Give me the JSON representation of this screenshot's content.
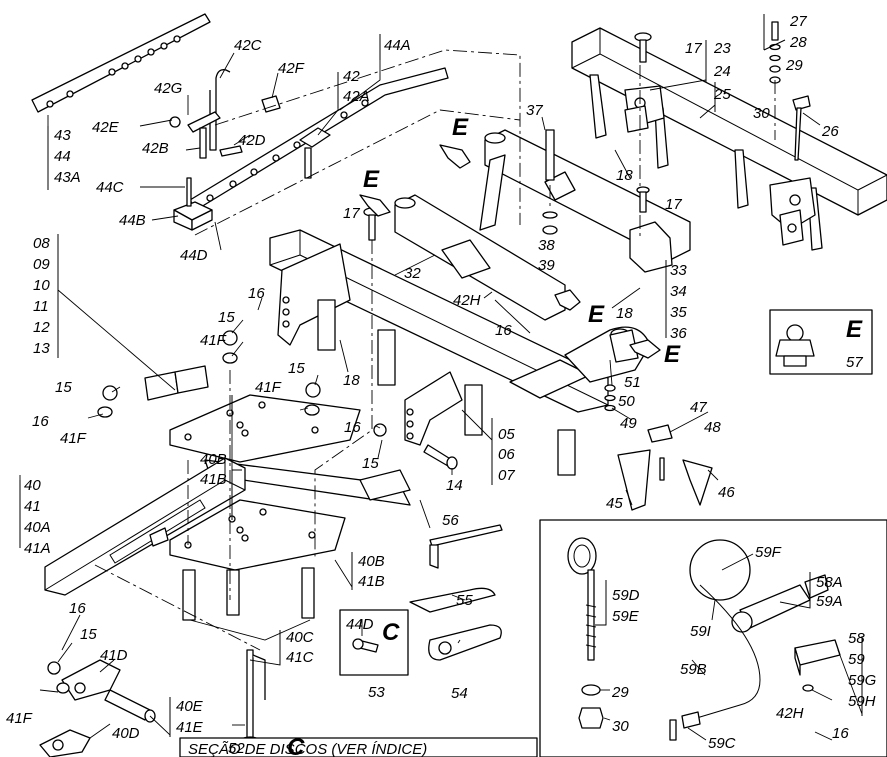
{
  "title": "SEÇÃO DE DISCOS (VER ÍNDICE)",
  "detail_letters": [
    "E",
    "E",
    "E",
    "E",
    "E",
    "C",
    "C"
  ],
  "callouts": [
    {
      "id": "c27",
      "text": "27"
    },
    {
      "id": "c28",
      "text": "28"
    },
    {
      "id": "c29a",
      "text": "29"
    },
    {
      "id": "c30a",
      "text": "30"
    },
    {
      "id": "c26",
      "text": "26"
    },
    {
      "id": "c17a",
      "text": "17"
    },
    {
      "id": "c23",
      "text": "23"
    },
    {
      "id": "c24",
      "text": "24"
    },
    {
      "id": "c25",
      "text": "25"
    },
    {
      "id": "c42C",
      "text": "42C"
    },
    {
      "id": "c44A",
      "text": "44A"
    },
    {
      "id": "c42G",
      "text": "42G"
    },
    {
      "id": "c42F",
      "text": "42F"
    },
    {
      "id": "c42",
      "text": "42"
    },
    {
      "id": "c42A",
      "text": "42A"
    },
    {
      "id": "c42E",
      "text": "42E"
    },
    {
      "id": "c42D",
      "text": "42D"
    },
    {
      "id": "c42B",
      "text": "42B"
    },
    {
      "id": "c43",
      "text": "43"
    },
    {
      "id": "c44",
      "text": "44"
    },
    {
      "id": "c43A",
      "text": "43A"
    },
    {
      "id": "c44C",
      "text": "44C"
    },
    {
      "id": "c44B",
      "text": "44B"
    },
    {
      "id": "c44D",
      "text": "44D"
    },
    {
      "id": "c37",
      "text": "37"
    },
    {
      "id": "c18a",
      "text": "18"
    },
    {
      "id": "c17b",
      "text": "17"
    },
    {
      "id": "c17c",
      "text": "17"
    },
    {
      "id": "c38",
      "text": "38"
    },
    {
      "id": "c39",
      "text": "39"
    },
    {
      "id": "c32",
      "text": "32"
    },
    {
      "id": "c42Ha",
      "text": "42H"
    },
    {
      "id": "c16a",
      "text": "16"
    },
    {
      "id": "c18b",
      "text": "18"
    },
    {
      "id": "c33",
      "text": "33"
    },
    {
      "id": "c34",
      "text": "34"
    },
    {
      "id": "c35",
      "text": "35"
    },
    {
      "id": "c36",
      "text": "36"
    },
    {
      "id": "c57",
      "text": "57"
    },
    {
      "id": "c08",
      "text": "08"
    },
    {
      "id": "c09",
      "text": "09"
    },
    {
      "id": "c10",
      "text": "10"
    },
    {
      "id": "c11",
      "text": "11"
    },
    {
      "id": "c12",
      "text": "12"
    },
    {
      "id": "c13",
      "text": "13"
    },
    {
      "id": "c15a",
      "text": "15"
    },
    {
      "id": "c16b",
      "text": "16"
    },
    {
      "id": "c41Fa",
      "text": "41F"
    },
    {
      "id": "c18c",
      "text": "18"
    },
    {
      "id": "c15b",
      "text": "15"
    },
    {
      "id": "c16c",
      "text": "16"
    },
    {
      "id": "c41Fb",
      "text": "41F"
    },
    {
      "id": "c15c",
      "text": "15"
    },
    {
      "id": "c41Fc",
      "text": "41F"
    },
    {
      "id": "c15d",
      "text": "15"
    },
    {
      "id": "c16d",
      "text": "16"
    },
    {
      "id": "c40B",
      "text": "40B"
    },
    {
      "id": "c41B",
      "text": "41B"
    },
    {
      "id": "c51",
      "text": "51"
    },
    {
      "id": "c50",
      "text": "50"
    },
    {
      "id": "c49",
      "text": "49"
    },
    {
      "id": "c47",
      "text": "47"
    },
    {
      "id": "c48",
      "text": "48"
    },
    {
      "id": "c05",
      "text": "05"
    },
    {
      "id": "c06",
      "text": "06"
    },
    {
      "id": "c07",
      "text": "07"
    },
    {
      "id": "c14",
      "text": "14"
    },
    {
      "id": "c45",
      "text": "45"
    },
    {
      "id": "c46",
      "text": "46"
    },
    {
      "id": "c40",
      "text": "40"
    },
    {
      "id": "c41",
      "text": "41"
    },
    {
      "id": "c40A",
      "text": "40A"
    },
    {
      "id": "c41A",
      "text": "41A"
    },
    {
      "id": "c56",
      "text": "56"
    },
    {
      "id": "c40Bb",
      "text": "40B"
    },
    {
      "id": "c41Bb",
      "text": "41B"
    },
    {
      "id": "c55",
      "text": "55"
    },
    {
      "id": "c40C",
      "text": "40C"
    },
    {
      "id": "c41C",
      "text": "41C"
    },
    {
      "id": "c44D2",
      "text": "44D"
    },
    {
      "id": "c53",
      "text": "53"
    },
    {
      "id": "c54",
      "text": "54"
    },
    {
      "id": "c16e",
      "text": "16"
    },
    {
      "id": "c15e",
      "text": "15"
    },
    {
      "id": "c41D",
      "text": "41D"
    },
    {
      "id": "c40E",
      "text": "40E"
    },
    {
      "id": "c41E",
      "text": "41E"
    },
    {
      "id": "c41Fd",
      "text": "41F"
    },
    {
      "id": "c52",
      "text": "52"
    },
    {
      "id": "c40D",
      "text": "40D"
    },
    {
      "id": "c59D",
      "text": "59D"
    },
    {
      "id": "c59E",
      "text": "59E"
    },
    {
      "id": "c29b",
      "text": "29"
    },
    {
      "id": "c30b",
      "text": "30"
    },
    {
      "id": "c59F",
      "text": "59F"
    },
    {
      "id": "c59I",
      "text": "59I"
    },
    {
      "id": "c58A",
      "text": "58A"
    },
    {
      "id": "c59A",
      "text": "59A"
    },
    {
      "id": "c58",
      "text": "58"
    },
    {
      "id": "c59",
      "text": "59"
    },
    {
      "id": "c59G",
      "text": "59G"
    },
    {
      "id": "c59H",
      "text": "59H"
    },
    {
      "id": "c59B",
      "text": "59B"
    },
    {
      "id": "c42Hb",
      "text": "42H"
    },
    {
      "id": "c16f",
      "text": "16"
    },
    {
      "id": "c59C",
      "text": "59C"
    }
  ]
}
